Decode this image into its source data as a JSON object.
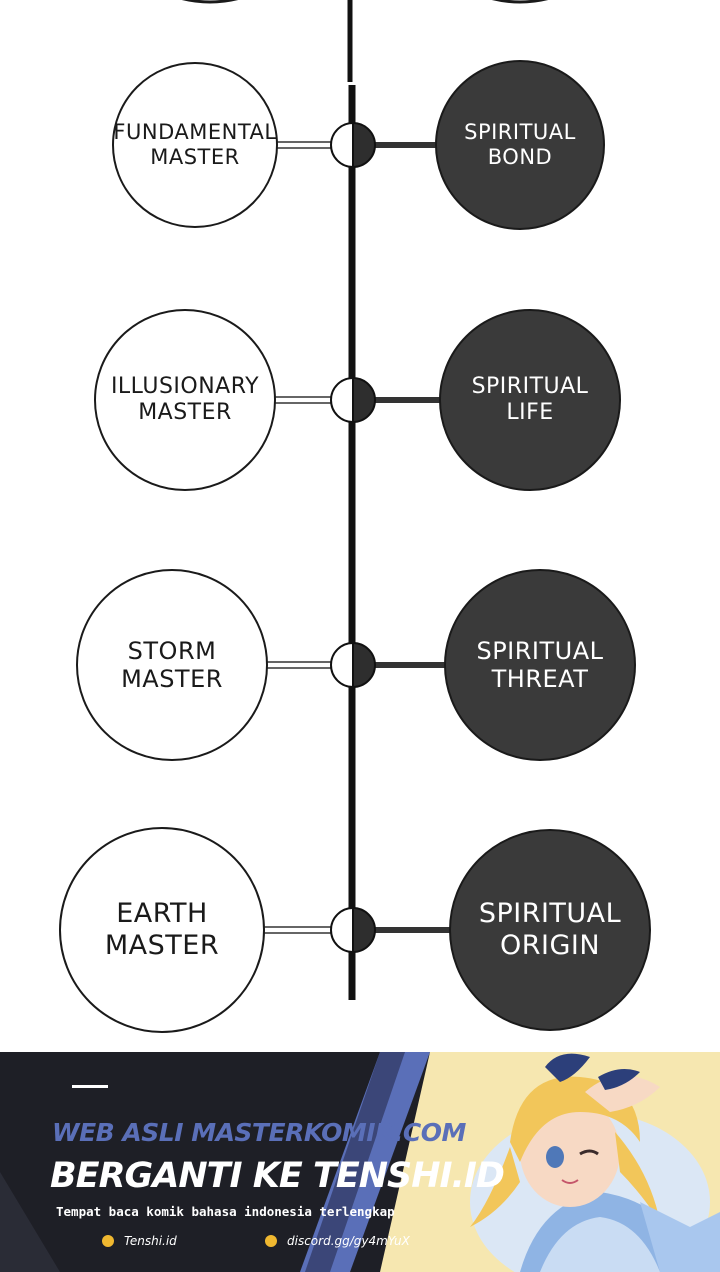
{
  "diagram": {
    "pairs": [
      {
        "left": [
          "FUNDAMENTAL",
          "MASTER"
        ],
        "right": [
          "SPIRITUAL",
          "BOND"
        ]
      },
      {
        "left": [
          "ILLUSIONARY",
          "MASTER"
        ],
        "right": [
          "SPIRITUAL",
          "LIFE"
        ]
      },
      {
        "left": [
          "STORM",
          "MASTER"
        ],
        "right": [
          "SPIRITUAL",
          "THREAT"
        ]
      },
      {
        "left": [
          "EARTH",
          "MASTER"
        ],
        "right": [
          "SPIRITUAL",
          "ORIGIN"
        ]
      }
    ]
  },
  "banner": {
    "web_text": "WEB ASLI MASTERKOMIK.COM",
    "main_text": "BERGANTI KE TENSHI.ID",
    "sub_text": "Tempat baca komik bahasa indonesia terlengkap",
    "link_site": "Tenshi.id",
    "link_discord": "discord.gg/gy4mYuX",
    "colors": {
      "background": "#1e1f26",
      "accent_blue": "#5a6fb8",
      "dot_yellow": "#f0b830",
      "art_bg": "#f6e7b0"
    }
  }
}
